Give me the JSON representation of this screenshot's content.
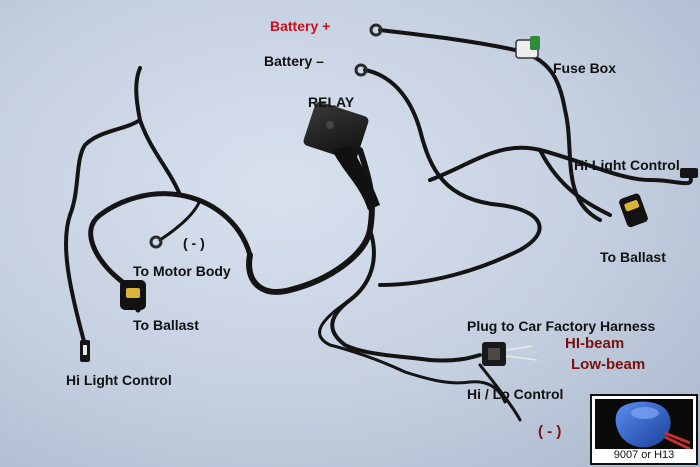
{
  "labels": {
    "battery_plus": "Battery +",
    "battery_minus": "Battery  –",
    "fuse_box": "Fuse Box",
    "relay": "RELAY",
    "hi_light_control_right": "Hi Light Control",
    "to_ballast_right": "To Ballast",
    "ground_left": "( - )",
    "to_motor_body": "To Motor Body",
    "to_ballast_left": "To Ballast",
    "hi_light_control_left": "Hi Light Control",
    "plug_to_harness": "Plug to Car Factory Harness",
    "hi_beam": "HI-beam",
    "low_beam": "Low-beam",
    "hi_lo_control": "Hi / Lo Control",
    "ground_bottom": "( - )"
  },
  "inset": {
    "caption": "9007 or H13"
  },
  "colors": {
    "background": "#c4cfe0",
    "wire": "#141414",
    "battery_plus_text": "#c8121b",
    "beam_text": "#7a1010",
    "fuse_green": "#2e8b3a",
    "connector_blue": "#2458c8"
  }
}
